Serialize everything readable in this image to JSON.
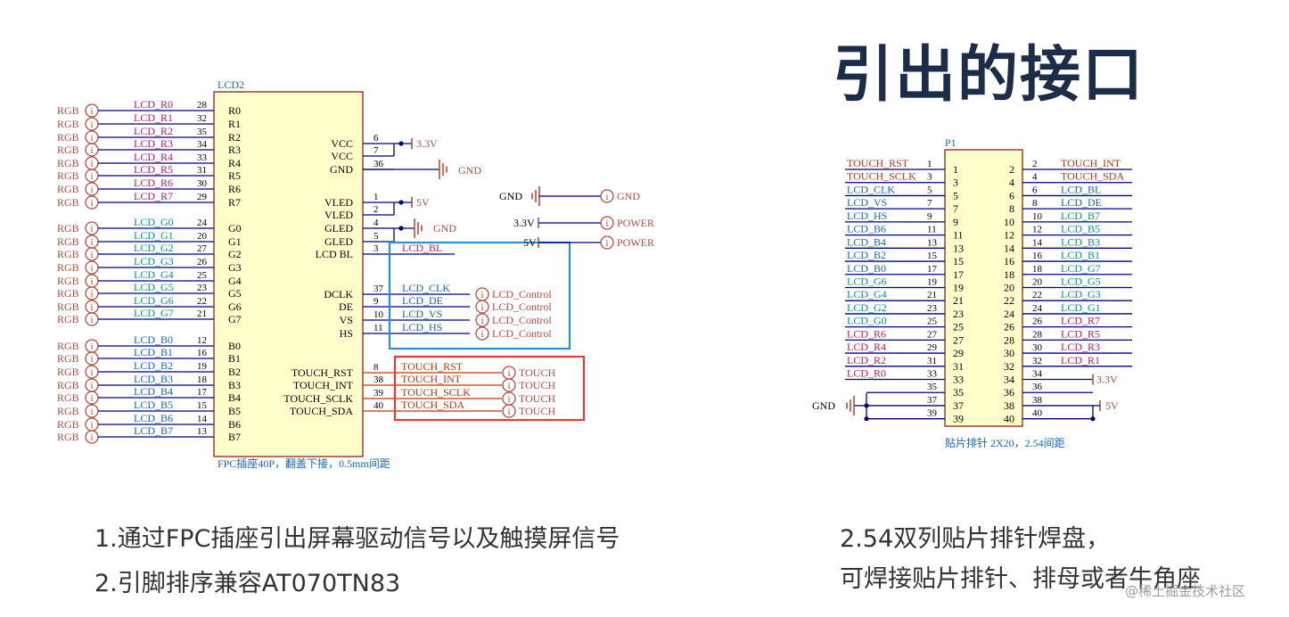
{
  "title": "引出的接口",
  "colors": {
    "title": "#1b2d48",
    "wire": "#000080",
    "net_red": "#c2185b",
    "net_teal": "#009688",
    "net_blue": "#1565c0",
    "net_orange": "#bf360c",
    "port": "#b94b3b",
    "component_fill": "#ffffcc",
    "component_stroke": "#a0311f",
    "box_blue": "#2a8fd6",
    "box_red": "#e53935",
    "note": "#333333"
  },
  "lcd2": {
    "designator": "LCD2",
    "footprint_note": "FPC插座40P，翻盖下接，0.5mm间距",
    "left_pins": [
      {
        "name": "R0",
        "num": "28",
        "net": "LCD_R0",
        "color": "red"
      },
      {
        "name": "R1",
        "num": "32",
        "net": "LCD_R1",
        "color": "red"
      },
      {
        "name": "R2",
        "num": "35",
        "net": "LCD_R2",
        "color": "red"
      },
      {
        "name": "R3",
        "num": "34",
        "net": "LCD_R3",
        "color": "red"
      },
      {
        "name": "R4",
        "num": "33",
        "net": "LCD_R4",
        "color": "red"
      },
      {
        "name": "R5",
        "num": "31",
        "net": "LCD_R5",
        "color": "red"
      },
      {
        "name": "R6",
        "num": "30",
        "net": "LCD_R6",
        "color": "red"
      },
      {
        "name": "R7",
        "num": "29",
        "net": "LCD_R7",
        "color": "red"
      },
      {
        "name": "G0",
        "num": "24",
        "net": "LCD_G0",
        "color": "teal"
      },
      {
        "name": "G1",
        "num": "20",
        "net": "LCD_G1",
        "color": "teal"
      },
      {
        "name": "G2",
        "num": "27",
        "net": "LCD_G2",
        "color": "teal"
      },
      {
        "name": "G3",
        "num": "26",
        "net": "LCD_G3",
        "color": "teal"
      },
      {
        "name": "G4",
        "num": "25",
        "net": "LCD_G4",
        "color": "teal"
      },
      {
        "name": "G5",
        "num": "23",
        "net": "LCD_G5",
        "color": "teal"
      },
      {
        "name": "G6",
        "num": "22",
        "net": "LCD_G6",
        "color": "teal"
      },
      {
        "name": "G7",
        "num": "21",
        "net": "LCD_G7",
        "color": "teal"
      },
      {
        "name": "B0",
        "num": "12",
        "net": "LCD_B0",
        "color": "blue"
      },
      {
        "name": "B1",
        "num": "16",
        "net": "LCD_B1",
        "color": "blue"
      },
      {
        "name": "B2",
        "num": "19",
        "net": "LCD_B2",
        "color": "blue"
      },
      {
        "name": "B3",
        "num": "18",
        "net": "LCD_B3",
        "color": "blue"
      },
      {
        "name": "B4",
        "num": "17",
        "net": "LCD_B4",
        "color": "blue"
      },
      {
        "name": "B5",
        "num": "15",
        "net": "LCD_B5",
        "color": "blue"
      },
      {
        "name": "B6",
        "num": "14",
        "net": "LCD_B6",
        "color": "blue"
      },
      {
        "name": "B7",
        "num": "13",
        "net": "LCD_B7",
        "color": "blue"
      }
    ],
    "port_label": "RGB",
    "port_glyph": "i",
    "right_pins": [
      {
        "name": "VCC",
        "num": "6",
        "net": "3.3V"
      },
      {
        "name": "VCC",
        "num": "7",
        "net": ""
      },
      {
        "name": "GND",
        "num": "36",
        "net": "GND"
      },
      {
        "name": "VLED",
        "num": "1",
        "net": "5V"
      },
      {
        "name": "VLED",
        "num": "2",
        "net": ""
      },
      {
        "name": "GLED",
        "num": "4",
        "net": "GND"
      },
      {
        "name": "GLED",
        "num": "5",
        "net": ""
      },
      {
        "name": "LCD BL",
        "num": "3",
        "net": "LCD_BL"
      },
      {
        "name": "DCLK",
        "num": "37",
        "net": "LCD_CLK",
        "port": "LCD_Control"
      },
      {
        "name": "DE",
        "num": "9",
        "net": "LCD_DE",
        "port": "LCD_Control"
      },
      {
        "name": "VS",
        "num": "10",
        "net": "LCD_VS",
        "port": "LCD_Control"
      },
      {
        "name": "HS",
        "num": "11",
        "net": "LCD_HS",
        "port": "LCD_Control"
      },
      {
        "name": "TOUCH_RST",
        "num": "8",
        "net": "TOUCH_RST",
        "port": "TOUCH"
      },
      {
        "name": "TOUCH_INT",
        "num": "38",
        "net": "TOUCH_INT",
        "port": "TOUCH"
      },
      {
        "name": "TOUCH_SCLK",
        "num": "39",
        "net": "TOUCH_SCLK",
        "port": "TOUCH"
      },
      {
        "name": "TOUCH_SDA",
        "num": "40",
        "net": "TOUCH_SDA",
        "port": "TOUCH"
      }
    ]
  },
  "power_ports": [
    {
      "net": "GND",
      "port": "GND"
    },
    {
      "net": "3.3V",
      "port": "POWER"
    },
    {
      "net": "5V",
      "port": "POWER"
    }
  ],
  "p1": {
    "designator": "P1",
    "footprint_note": "贴片排针 2X20，2.54间距",
    "left": [
      {
        "pin": "1",
        "net": "TOUCH_RST",
        "color": "orange"
      },
      {
        "pin": "3",
        "net": "TOUCH_SCLK",
        "color": "orange"
      },
      {
        "pin": "5",
        "net": "LCD_CLK",
        "color": "blue"
      },
      {
        "pin": "7",
        "net": "LCD_VS",
        "color": "blue"
      },
      {
        "pin": "9",
        "net": "LCD_HS",
        "color": "blue"
      },
      {
        "pin": "11",
        "net": "LCD_B6",
        "color": "blue"
      },
      {
        "pin": "13",
        "net": "LCD_B4",
        "color": "blue"
      },
      {
        "pin": "15",
        "net": "LCD_B2",
        "color": "blue"
      },
      {
        "pin": "17",
        "net": "LCD_B0",
        "color": "blue"
      },
      {
        "pin": "19",
        "net": "LCD_G6",
        "color": "teal"
      },
      {
        "pin": "21",
        "net": "LCD_G4",
        "color": "teal"
      },
      {
        "pin": "23",
        "net": "LCD_G2",
        "color": "teal"
      },
      {
        "pin": "25",
        "net": "LCD_G0",
        "color": "teal"
      },
      {
        "pin": "27",
        "net": "LCD_R6",
        "color": "red"
      },
      {
        "pin": "29",
        "net": "LCD_R4",
        "color": "red"
      },
      {
        "pin": "31",
        "net": "LCD_R2",
        "color": "red"
      },
      {
        "pin": "33",
        "net": "LCD_R0",
        "color": "red"
      },
      {
        "pin": "35",
        "net": "",
        "color": "blue"
      },
      {
        "pin": "37",
        "net": "",
        "color": "blue"
      },
      {
        "pin": "39",
        "net": "",
        "color": "blue"
      }
    ],
    "right": [
      {
        "pin": "2",
        "net": "TOUCH_INT",
        "color": "orange"
      },
      {
        "pin": "4",
        "net": "TOUCH_SDA",
        "color": "orange"
      },
      {
        "pin": "6",
        "net": "LCD_BL",
        "color": "blue"
      },
      {
        "pin": "8",
        "net": "LCD_DE",
        "color": "blue"
      },
      {
        "pin": "10",
        "net": "LCD_B7",
        "color": "teal"
      },
      {
        "pin": "12",
        "net": "LCD_B5",
        "color": "teal"
      },
      {
        "pin": "14",
        "net": "LCD_B3",
        "color": "teal"
      },
      {
        "pin": "16",
        "net": "LCD_B1",
        "color": "teal"
      },
      {
        "pin": "18",
        "net": "LCD_G7",
        "color": "teal"
      },
      {
        "pin": "20",
        "net": "LCD_G5",
        "color": "teal"
      },
      {
        "pin": "22",
        "net": "LCD_G3",
        "color": "teal"
      },
      {
        "pin": "24",
        "net": "LCD_G1",
        "color": "teal"
      },
      {
        "pin": "26",
        "net": "LCD_R7",
        "color": "red"
      },
      {
        "pin": "28",
        "net": "LCD_R5",
        "color": "red"
      },
      {
        "pin": "30",
        "net": "LCD_R3",
        "color": "red"
      },
      {
        "pin": "32",
        "net": "LCD_R1",
        "color": "red"
      },
      {
        "pin": "34",
        "net": "",
        "color": "blue"
      },
      {
        "pin": "36",
        "net": "",
        "color": "blue"
      },
      {
        "pin": "38",
        "net": "",
        "color": "blue"
      },
      {
        "pin": "40",
        "net": "",
        "color": "blue"
      }
    ],
    "gnd_label": "GND",
    "v33_label": "3.3V",
    "v5_label": "5V"
  },
  "notes": {
    "left_1": "1.通过FPC插座引出屏幕驱动信号以及触摸屏信号",
    "left_2": "2.引脚排序兼容AT070TN83",
    "right_1": "2.54双列贴片排针焊盘，",
    "right_2": "可焊接贴片排针、排母或者牛角座"
  },
  "watermark": "@稀土掘金技术社区"
}
